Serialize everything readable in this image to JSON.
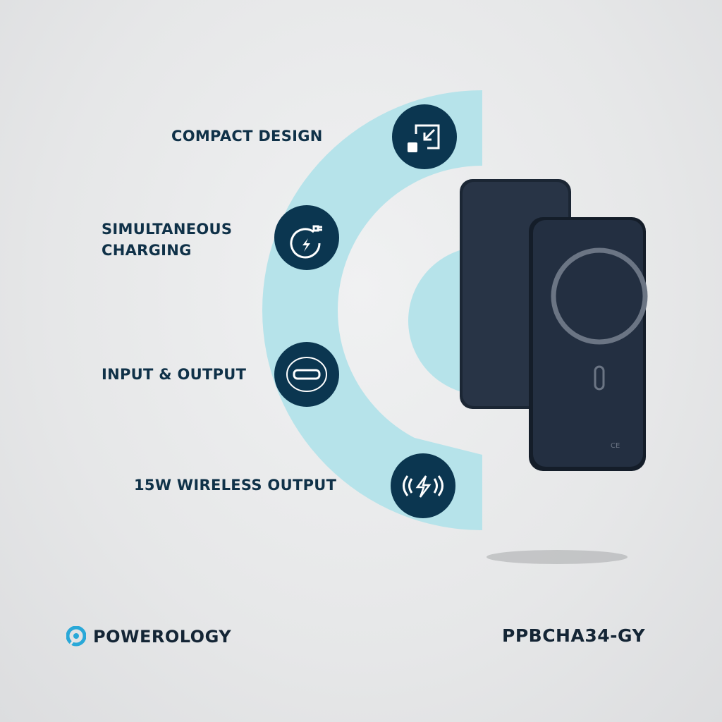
{
  "features": [
    {
      "label": "COMPACT DESIGN",
      "icon": "compact-arrow-icon"
    },
    {
      "label_line1": "SIMULTANEOUS",
      "label_line2": "CHARGING",
      "icon": "plug-charging-icon"
    },
    {
      "label": "INPUT & OUTPUT",
      "icon": "usb-c-port-icon"
    },
    {
      "label": "15W WIRELESS OUTPUT",
      "icon": "wireless-bolt-icon"
    }
  ],
  "brand": {
    "name": "POWEROLOGY",
    "logo": "powerology-logo-icon"
  },
  "model": "PPBCHA34-GY",
  "colors": {
    "accent": "#b6e3ea",
    "navy": "#0b3650",
    "logo": "#29a8d8"
  }
}
